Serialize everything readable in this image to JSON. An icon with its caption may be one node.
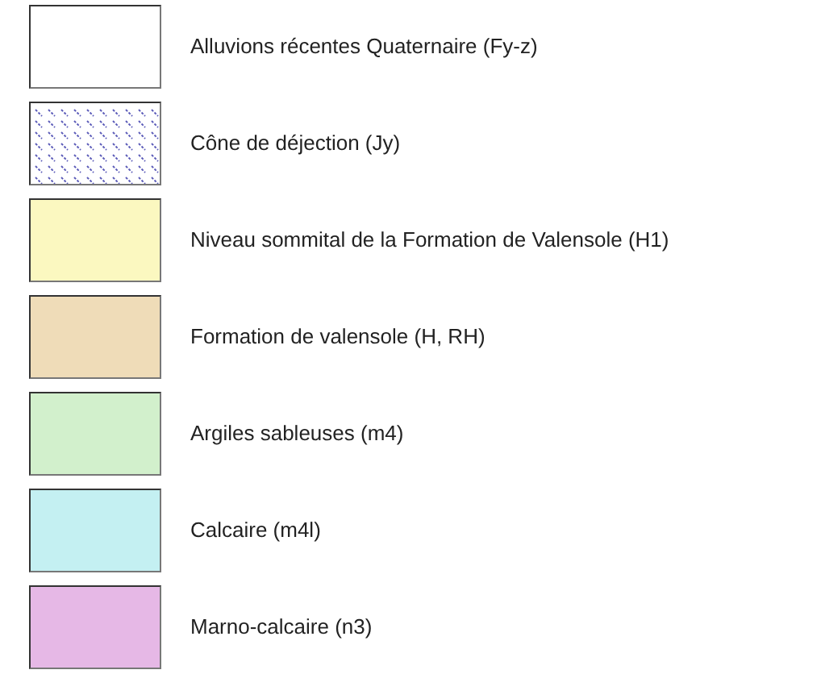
{
  "diagram": {
    "legend": [
      {
        "text": "Alluvions récentes Quaternaire (Fy-z)",
        "color": "#ffffff"
      },
      {
        "text": "Cône de déjection (Jy)"
      },
      {
        "text": "Niveau sommital de la Formation de Valensole (H1)",
        "color": "#fbf8c0"
      },
      {
        "text": "Formation de valensole (H, RH)",
        "color": "#efdcb8"
      },
      {
        "text": "Argiles sableuses (m4)",
        "color": "#d2f0cc"
      },
      {
        "text": "Calcaire (m4l)",
        "color": "#c4f0f2"
      },
      {
        "text": "Marno-calcaire (n3)",
        "color": "#e6b8e6"
      }
    ]
  }
}
